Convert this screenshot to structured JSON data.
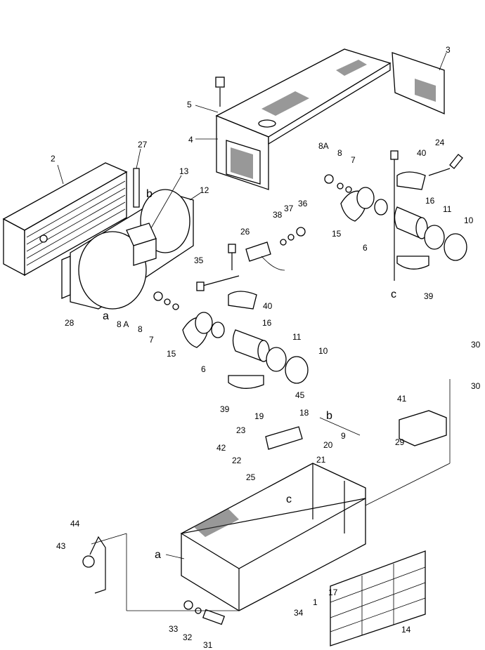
{
  "diagram": {
    "part_labels": [
      {
        "id": "1",
        "text": "1"
      },
      {
        "id": "2",
        "text": "2"
      },
      {
        "id": "3",
        "text": "3"
      },
      {
        "id": "4",
        "text": "4"
      },
      {
        "id": "5",
        "text": "5"
      },
      {
        "id": "6a",
        "text": "6"
      },
      {
        "id": "6b",
        "text": "6"
      },
      {
        "id": "7a",
        "text": "7"
      },
      {
        "id": "7b",
        "text": "7"
      },
      {
        "id": "8a",
        "text": "8"
      },
      {
        "id": "8b",
        "text": "8"
      },
      {
        "id": "8Aa",
        "text": "8A"
      },
      {
        "id": "8Ab",
        "text": "8 A"
      },
      {
        "id": "9",
        "text": "9"
      },
      {
        "id": "10a",
        "text": "10"
      },
      {
        "id": "10b",
        "text": "10"
      },
      {
        "id": "11a",
        "text": "11"
      },
      {
        "id": "11b",
        "text": "11"
      },
      {
        "id": "12",
        "text": "12"
      },
      {
        "id": "13",
        "text": "13"
      },
      {
        "id": "14",
        "text": "14"
      },
      {
        "id": "15a",
        "text": "15"
      },
      {
        "id": "15b",
        "text": "15"
      },
      {
        "id": "16a",
        "text": "16"
      },
      {
        "id": "16b",
        "text": "16"
      },
      {
        "id": "17",
        "text": "17"
      },
      {
        "id": "18",
        "text": "18"
      },
      {
        "id": "19",
        "text": "19"
      },
      {
        "id": "20",
        "text": "20"
      },
      {
        "id": "21",
        "text": "21"
      },
      {
        "id": "22",
        "text": "22"
      },
      {
        "id": "23",
        "text": "23"
      },
      {
        "id": "24",
        "text": "24"
      },
      {
        "id": "25",
        "text": "25"
      },
      {
        "id": "26",
        "text": "26"
      },
      {
        "id": "27",
        "text": "27"
      },
      {
        "id": "28",
        "text": "28"
      },
      {
        "id": "29",
        "text": "29"
      },
      {
        "id": "30a",
        "text": "30"
      },
      {
        "id": "30b",
        "text": "30"
      },
      {
        "id": "31",
        "text": "31"
      },
      {
        "id": "32",
        "text": "32"
      },
      {
        "id": "33",
        "text": "33"
      },
      {
        "id": "34",
        "text": "34"
      },
      {
        "id": "35",
        "text": "35"
      },
      {
        "id": "36",
        "text": "36"
      },
      {
        "id": "37",
        "text": "37"
      },
      {
        "id": "38",
        "text": "38"
      },
      {
        "id": "39a",
        "text": "39"
      },
      {
        "id": "39b",
        "text": "39"
      },
      {
        "id": "40a",
        "text": "40"
      },
      {
        "id": "40b",
        "text": "40"
      },
      {
        "id": "41",
        "text": "41"
      },
      {
        "id": "42",
        "text": "42"
      },
      {
        "id": "43",
        "text": "43"
      },
      {
        "id": "44",
        "text": "44"
      },
      {
        "id": "45",
        "text": "45"
      }
    ],
    "ref_letters": [
      {
        "id": "a1",
        "text": "a"
      },
      {
        "id": "a2",
        "text": "a"
      },
      {
        "id": "b1",
        "text": "b"
      },
      {
        "id": "b2",
        "text": "b"
      },
      {
        "id": "c1",
        "text": "c"
      },
      {
        "id": "c2",
        "text": "c"
      }
    ]
  }
}
